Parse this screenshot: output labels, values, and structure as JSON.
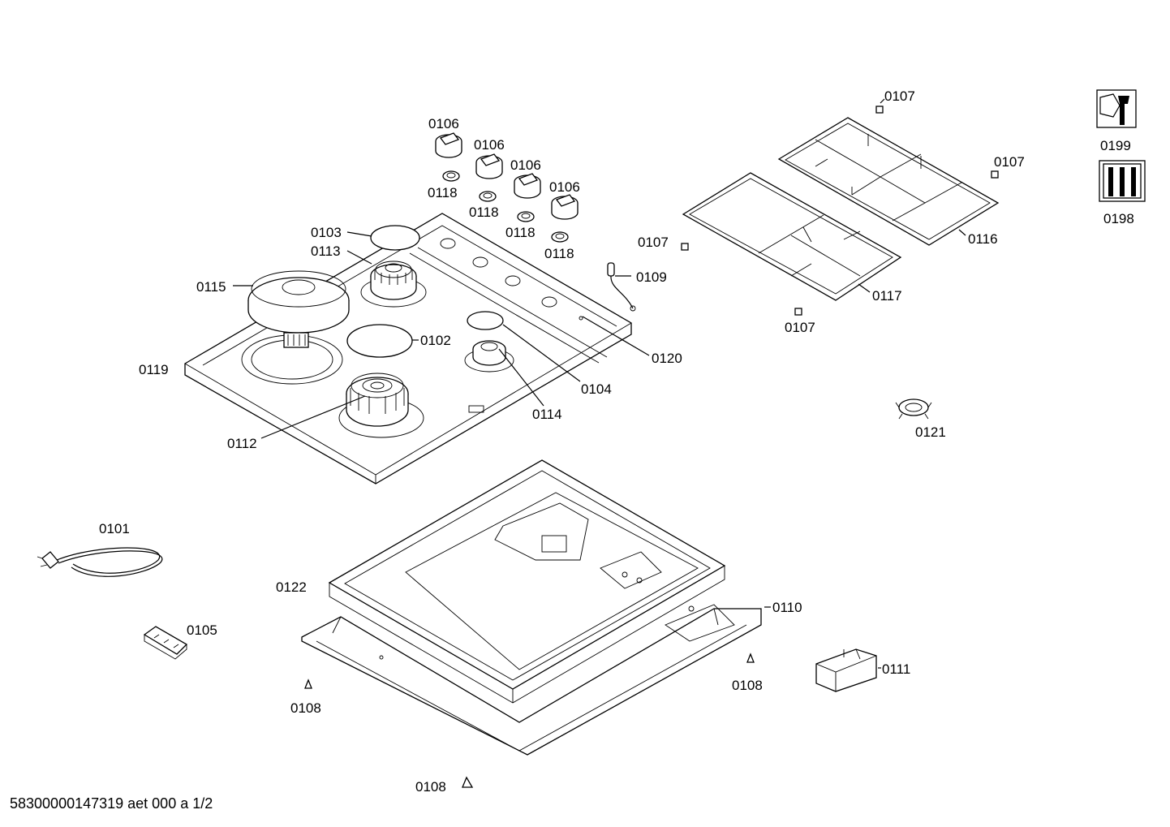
{
  "diagram": {
    "footer_text": "58300000147319 aet 000 a 1/2",
    "labels": [
      {
        "id": "0106a",
        "text": "0106"
      },
      {
        "id": "0106b",
        "text": "0106"
      },
      {
        "id": "0106c",
        "text": "0106"
      },
      {
        "id": "0106d",
        "text": "0106"
      },
      {
        "id": "0118a",
        "text": "0118"
      },
      {
        "id": "0118b",
        "text": "0118"
      },
      {
        "id": "0118c",
        "text": "0118"
      },
      {
        "id": "0118d",
        "text": "0118"
      },
      {
        "id": "0103",
        "text": "0103"
      },
      {
        "id": "0113",
        "text": "0113"
      },
      {
        "id": "0115",
        "text": "0115"
      },
      {
        "id": "0102",
        "text": "0102"
      },
      {
        "id": "0119",
        "text": "0119"
      },
      {
        "id": "0104",
        "text": "0104"
      },
      {
        "id": "0120",
        "text": "0120"
      },
      {
        "id": "0114",
        "text": "0114"
      },
      {
        "id": "0112",
        "text": "0112"
      },
      {
        "id": "0109",
        "text": "0109"
      },
      {
        "id": "0107a",
        "text": "0107"
      },
      {
        "id": "0107b",
        "text": "0107"
      },
      {
        "id": "0107c",
        "text": "0107"
      },
      {
        "id": "0107d",
        "text": "0107"
      },
      {
        "id": "0116",
        "text": "0116"
      },
      {
        "id": "0117",
        "text": "0117"
      },
      {
        "id": "0121",
        "text": "0121"
      },
      {
        "id": "0199",
        "text": "0199"
      },
      {
        "id": "0198",
        "text": "0198"
      },
      {
        "id": "0101",
        "text": "0101"
      },
      {
        "id": "0105",
        "text": "0105"
      },
      {
        "id": "0122",
        "text": "0122"
      },
      {
        "id": "0110",
        "text": "0110"
      },
      {
        "id": "0108a",
        "text": "0108"
      },
      {
        "id": "0108b",
        "text": "0108"
      },
      {
        "id": "0108c",
        "text": "0108"
      },
      {
        "id": "0111",
        "text": "0111"
      }
    ]
  }
}
